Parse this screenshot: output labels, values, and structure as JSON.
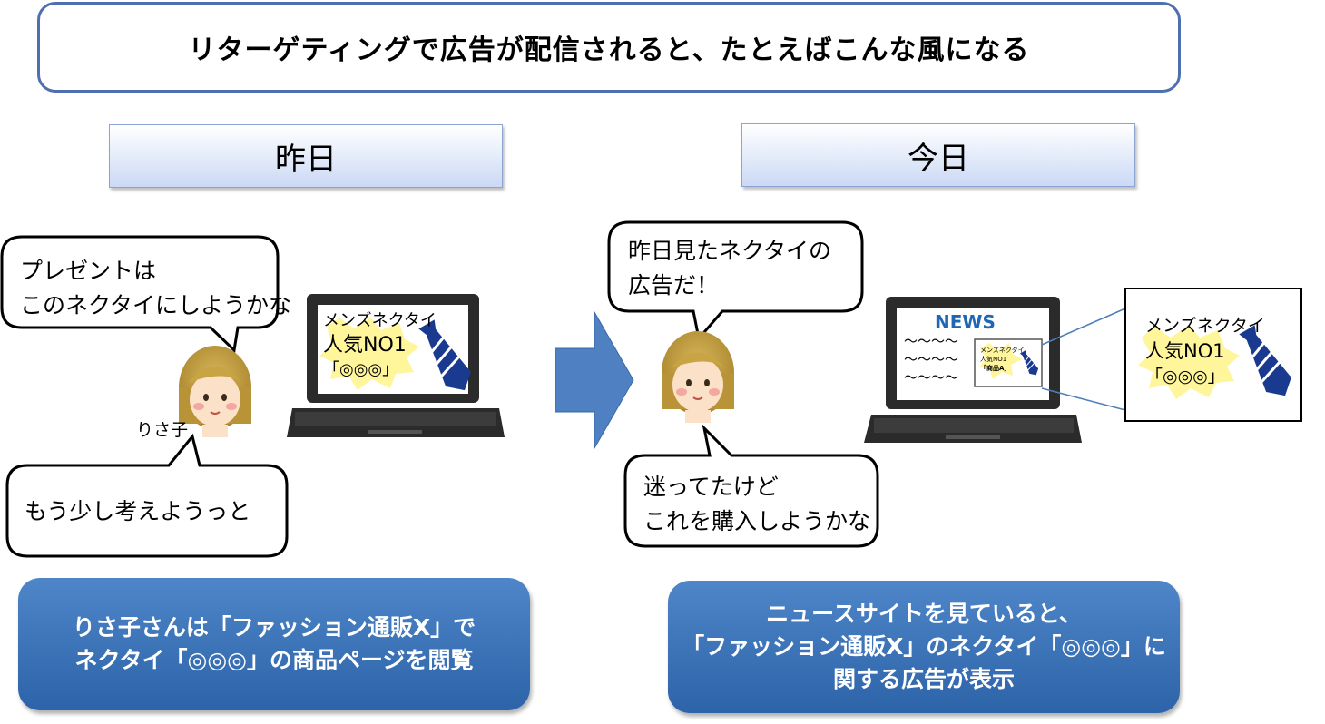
{
  "title": "リターゲティングで広告が配信されると、たとえばこんな風になる",
  "left": {
    "day_label": "昨日",
    "bubble_top": "プレゼントは\nこのネクタイにしようかな",
    "bubble_bottom": "もう少し考えようっと",
    "person_name": "りさ子",
    "laptop_ad": [
      "メンズネクタイ",
      "人気NO1",
      "「◎◎◎」"
    ],
    "summary": [
      "りさ子さんは「ファッション通販X」で",
      "ネクタイ「◎◎◎」の商品ページを閲覧"
    ]
  },
  "right": {
    "day_label": "今日",
    "bubble_top": "昨日見たネクタイの\n広告だ！",
    "bubble_bottom": "迷ってたけど\nこれを購入しようかな",
    "news_label": "NEWS",
    "news_lines": [
      "～～～～",
      "～～～～",
      "～～～～"
    ],
    "mini_ad": [
      "メンズネクタイ",
      "人気NO1",
      "「商品A」"
    ],
    "zoom_ad": [
      "メンズネクタイ",
      "人気NO1",
      "「◎◎◎」"
    ],
    "summary": [
      "ニュースサイトを見ていると、",
      "「ファッション通販X」のネクタイ「◎◎◎」に",
      "関する広告が表示"
    ]
  },
  "colors": {
    "accent": "#4f6fb1",
    "summary_bg": "#2d63a8",
    "news_blue": "#1f66b5",
    "tie_blue": "#1a3a8f"
  }
}
